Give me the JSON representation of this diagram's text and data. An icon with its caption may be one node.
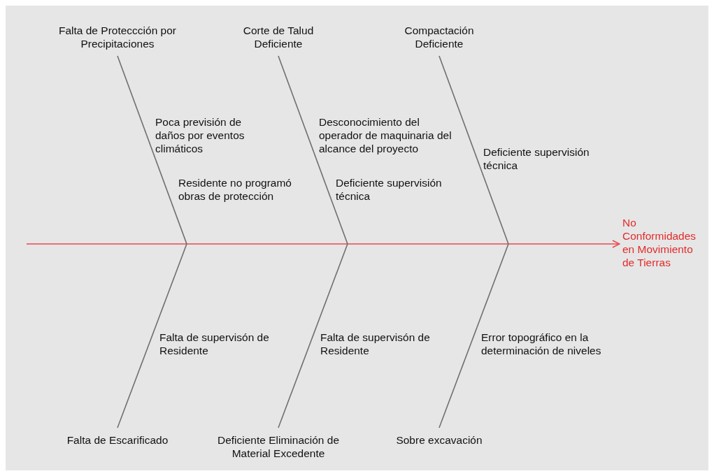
{
  "diagram": {
    "nodes": [
      {
        "text": [
          "No Conformidades en Movimiento de Tierras"
        ]
      },
      {
        "text": [
          "Falta de Proteccción por Precipitaciones"
        ]
      },
      {
        "text": [
          "Corte de Talud Deficiente"
        ]
      },
      {
        "text": [
          "Compactación Deficiente"
        ]
      },
      {
        "text": [
          "Falta de Escarificado"
        ]
      },
      {
        "text": [
          "Deficiente Eliminación de Material Excedente"
        ]
      },
      {
        "text": [
          "Sobre excavación"
        ]
      }
    ],
    "edges": [
      {
        "from": null,
        "to": 0,
        "arrow": "to",
        "color": "#e8484f"
      },
      {
        "from": 1,
        "to": null,
        "arrow": "none"
      },
      {
        "from": 2,
        "to": null,
        "arrow": "none"
      },
      {
        "from": 3,
        "to": null,
        "arrow": "none"
      },
      {
        "from": 4,
        "to": null,
        "arrow": "none"
      },
      {
        "from": 5,
        "to": null,
        "arrow": "none"
      },
      {
        "from": 6,
        "to": null,
        "arrow": "none"
      }
    ],
    "labels": [
      "Poca previsión de daños por eventos climáticos",
      "Desconocimiento del operador de maquinaria del alcance del proyecto",
      "Deficiente supervisión técnica",
      "Residente no programó obras de protección",
      "Deficiente supervisión técnica",
      "Falta de supervisón de Residente",
      "Falta de supervisón de Residente",
      "Error topográfico en la determinación de niveles"
    ]
  }
}
